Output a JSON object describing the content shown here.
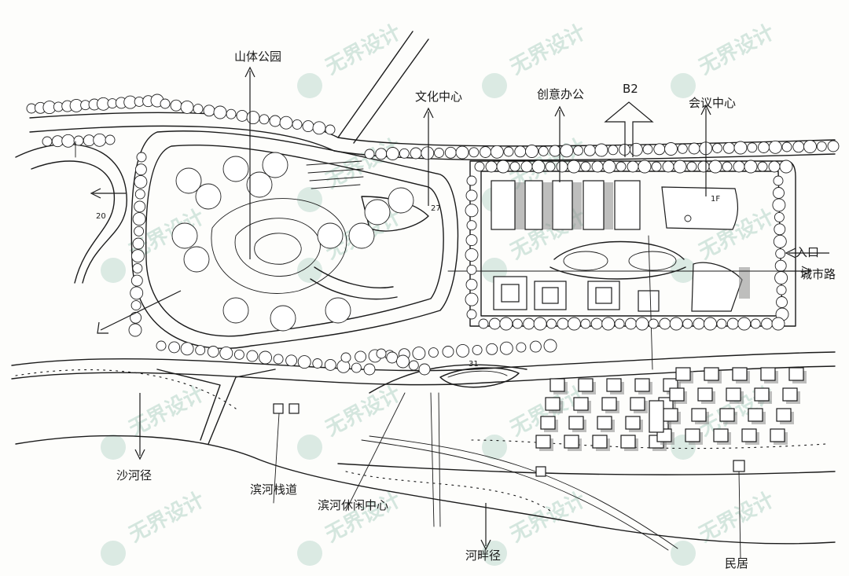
{
  "labels": {
    "mountain_park": "山体公园",
    "culture_center": "文化中心",
    "creative_office": "创意办公",
    "b2": "B2",
    "conference_center": "会议中心",
    "entrance": "入口",
    "city_road": "城市路",
    "riverside_walkway": "沙河径",
    "waterfront_promenade": "滨河栈道",
    "waterfront_leisure_center": "滨河休闲中心",
    "river_path": "河畔径",
    "residences": "民居"
  },
  "markers": {
    "marker_27": "27",
    "marker_20": "20",
    "marker_1f": "1F",
    "marker_31": "31"
  },
  "watermark": {
    "text": "无界设计",
    "color": "#9cc7b7"
  },
  "colors": {
    "ink": "#1b1b1b",
    "paper": "#fdfdfb",
    "shadow": "#8a8a8a"
  }
}
